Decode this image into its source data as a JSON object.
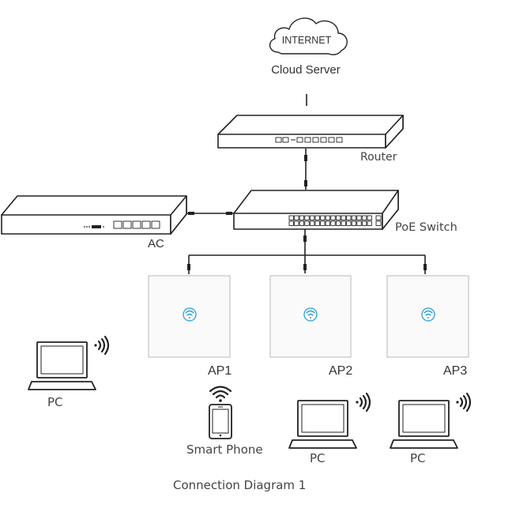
{
  "cloud": {
    "label": "INTERNET",
    "caption": "Cloud Server",
    "icon": "cloud-icon"
  },
  "router": {
    "label": "Router",
    "icon": "router-icon"
  },
  "poe_switch": {
    "label": "PoE Switch",
    "icon": "switch-icon"
  },
  "ac": {
    "label": "AC",
    "icon": "access-controller-icon"
  },
  "access_points": [
    {
      "label": "AP1",
      "icon": "wifi-panel-icon"
    },
    {
      "label": "AP2",
      "icon": "wifi-panel-icon"
    },
    {
      "label": "AP3",
      "icon": "wifi-panel-icon"
    }
  ],
  "clients": {
    "pc_left": {
      "label": "PC",
      "icon": "laptop-icon"
    },
    "smart_phone": {
      "label": "Smart Phone",
      "icon": "smartphone-icon"
    },
    "pc_middle": {
      "label": "PC",
      "icon": "laptop-icon"
    },
    "pc_right": {
      "label": "PC",
      "icon": "laptop-icon"
    }
  },
  "caption": "Connection Diagram 1",
  "colors": {
    "line": "#222222",
    "wifi_accent": "#2a9fd6",
    "panel": "#fafafa"
  }
}
